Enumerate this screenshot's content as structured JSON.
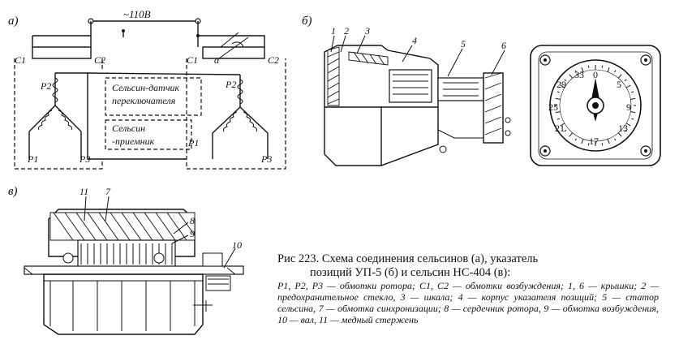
{
  "panel_a": {
    "label": "а)",
    "voltage": "~110В",
    "c1_left": "С1",
    "c2_left": "С2",
    "c1_right": "С1",
    "c2_right": "С2",
    "p2_left": "Р2",
    "p2_right": "Р2",
    "p1_left": "Р1",
    "p3_left": "Р3",
    "p1_right": "Р1",
    "p3_right": "Р3",
    "alpha": "α",
    "sender_label_1": "Сельсин-датчик",
    "sender_label_2": "переключателя",
    "receiver_label_1": "Сельсин",
    "receiver_label_2": "-приемник"
  },
  "panel_b": {
    "label": "б)",
    "callouts": [
      "1",
      "2",
      "3",
      "4",
      "5",
      "6"
    ],
    "dial_numbers": [
      "33",
      "0",
      "29",
      "5",
      "25",
      "9",
      "21",
      "13",
      "17"
    ]
  },
  "panel_v": {
    "label": "в)",
    "callouts": [
      "11",
      "7",
      "8",
      "9",
      "10"
    ]
  },
  "caption": {
    "title_line1": "Рис  223. Схема соединения сельсинов (а), указатель",
    "title_line2": "позиций УП-5 (б) и сельсин НС-404 (в):",
    "legend": "Р1, Р2, Р3 — обмотки ротора; С1, С2 — обмотки возбуждения; 1, 6 — крышки; 2 — предохранительное стекло, 3 — шкала; 4 — корпус указателя позиций; 5 — статор сельсина, 7 — обмотка синхронизации; 8 — сердечник ротора, 9 — обмотка возбуждения, 10 — вал, 11 — медный стержень"
  }
}
